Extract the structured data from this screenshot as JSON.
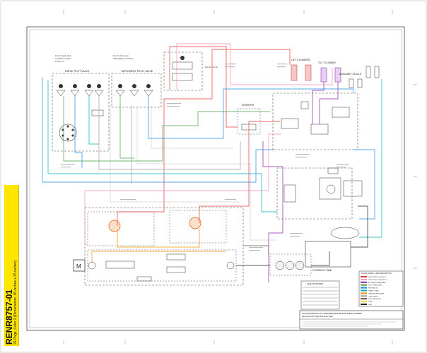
{
  "document": {
    "number": "RENR8757-01",
    "pages_note": "24 Page, Color 2 (Dimensions: 36 inches x 25 inches)"
  },
  "diagram": {
    "labels": {
      "drive_pilot": "DRIVE PILOT VALVE",
      "implement_pilot": "IMPLEMENT PILOT VALVE",
      "lift_cylinders": "LIFT CYLINDERS",
      "tilt_cylinder": "TILT CYLINDER",
      "auxiliary": "AUXILIARY STALLS",
      "diverter": "DIVERTER",
      "hydraulic_tank": "HYDRAULIC TANK",
      "motor": "M"
    },
    "title_block": {
      "line1": "PGS4 (SCHEMATIC) OF 216B/226B/232B/242B SKID STEER LOADERS",
      "line2": "High Flow with Single Self Level Valve"
    },
    "legend_title": "LINE PATTERNS",
    "color_chart_title": "COLOR CODES / LINE DESCRIPTION",
    "color_codes": [
      {
        "color": "#e53935",
        "label": "PUMP OUTPUT/SUPPLY"
      },
      {
        "color": "#f0a0b0",
        "label": "PUMP OUTPUT/SUPPLY 2"
      },
      {
        "color": "#8e24aa",
        "label": "ACTUATOR PRESSURE"
      },
      {
        "color": "#43a047",
        "label": "PILOT PRESSURE"
      },
      {
        "color": "#1e88e5",
        "label": "RETURN OIL"
      },
      {
        "color": "#00acc1",
        "label": "DRAIN / CASE"
      },
      {
        "color": "#fb8c00",
        "label": "CHARGE PRESSURE"
      },
      {
        "color": "#9e9e9e",
        "label": "LOAD SENSE"
      },
      {
        "color": "#6d4c41",
        "label": "HIGH PRESSURE"
      },
      {
        "color": "#fdd835",
        "label": "LUBE"
      },
      {
        "color": "#212121",
        "label": "LINE"
      }
    ]
  }
}
